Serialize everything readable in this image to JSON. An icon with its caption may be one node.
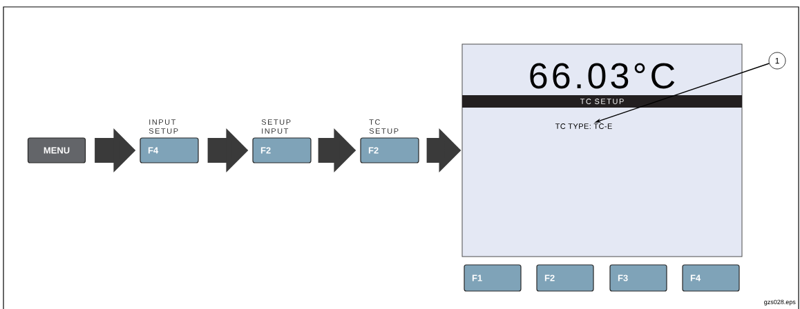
{
  "diagram": {
    "nodes": [
      {
        "text": [
          "MENU"
        ]
      },
      {
        "text": [
          "INPUT SETUP",
          "F4"
        ]
      },
      {
        "text": [
          "SETUP INPUT",
          "F2"
        ]
      },
      {
        "text": [
          "TC SETUP",
          "F2"
        ]
      },
      {
        "text": [
          "66.03°C"
        ]
      },
      {
        "text": [
          "TC SETUP"
        ],
        "in": 4
      },
      {
        "text": [
          "TC TYPE: TC-E"
        ],
        "in": 4
      },
      {
        "text": [
          "1"
        ]
      },
      {
        "text": [
          "F1"
        ]
      },
      {
        "text": [
          "F2"
        ]
      },
      {
        "text": [
          "F3"
        ]
      },
      {
        "text": [
          "F4"
        ]
      }
    ],
    "edges": [
      {
        "from": 0,
        "to": 1,
        "arrow": "to"
      },
      {
        "from": 1,
        "to": 2,
        "arrow": "to"
      },
      {
        "from": 2,
        "to": 3,
        "arrow": "to"
      },
      {
        "from": 3,
        "to": 4,
        "arrow": "to"
      },
      {
        "from": 7,
        "to": 6,
        "arrow": "to"
      }
    ],
    "labels": [
      "gzs028.eps"
    ]
  }
}
